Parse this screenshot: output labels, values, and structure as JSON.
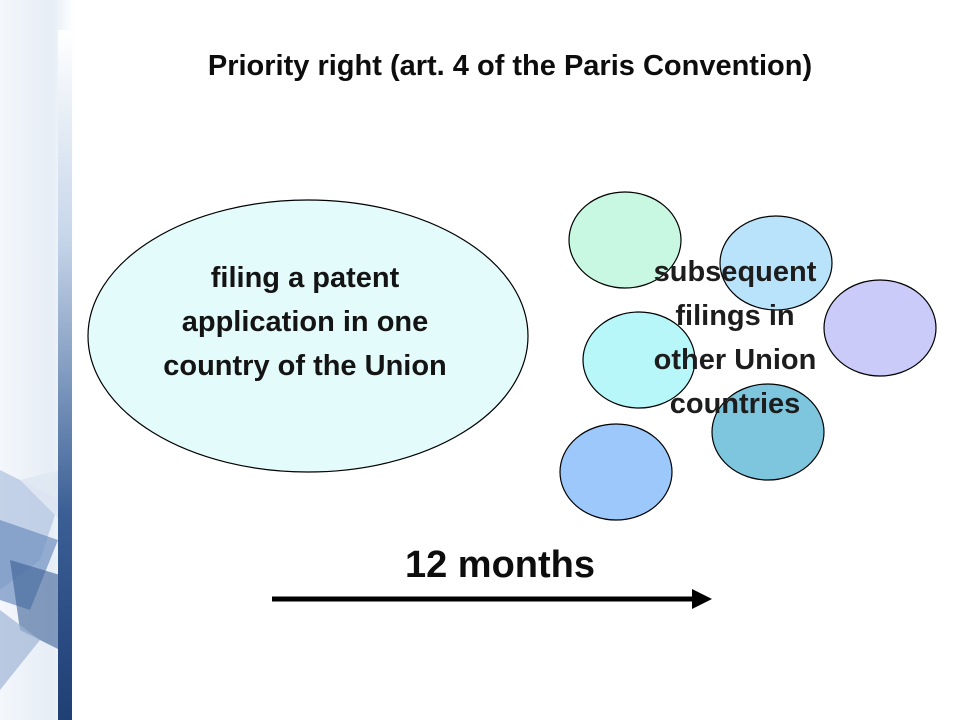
{
  "title": "Priority right (art. 4 of the Paris Convention)",
  "first_filing": {
    "lines": [
      "filing a patent",
      "application in one",
      "country of the Union"
    ],
    "fill": "#e4fbfb"
  },
  "subsequent_filings": {
    "lines": [
      "subsequent",
      "filings in",
      "other Union",
      "countries"
    ],
    "bubble_fills": [
      "#c8f7e2",
      "#b9e3fb",
      "#cacbf8",
      "#b7f7f9",
      "#7ec6de",
      "#9cc8fc"
    ]
  },
  "period": {
    "label": "12 months"
  },
  "colors": {
    "stroke": "#000000",
    "side_accent": "#1f3f75"
  }
}
